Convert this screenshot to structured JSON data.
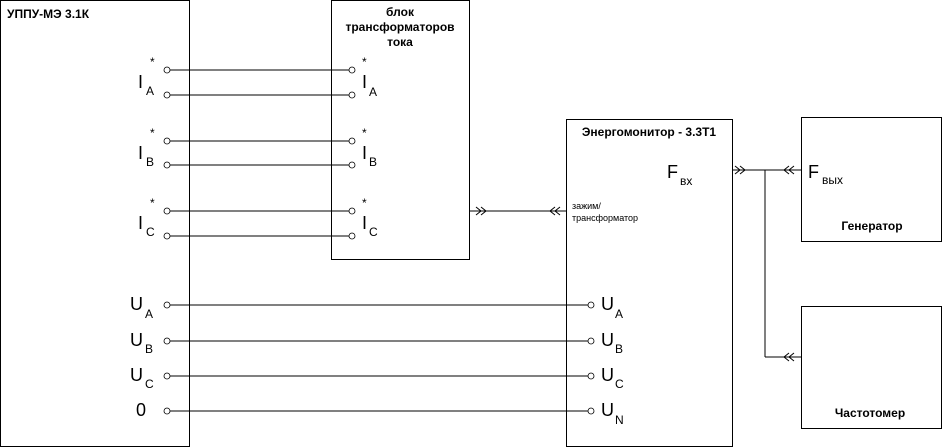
{
  "blocks": {
    "uppu": {
      "title": "УППУ-МЭ 3.1К"
    },
    "transformers": {
      "line1": "блок",
      "line2": "трансформаторов",
      "line3": "тока"
    },
    "energomonitor": {
      "title": "Энергомонитор - 3.3Т1",
      "clamp_line1": "зажим/",
      "clamp_line2": "трансформатор",
      "fin_main": "F",
      "fin_sub": "вх"
    },
    "generator": {
      "title": "Генератор",
      "fout_main": "F",
      "fout_sub": "вых"
    },
    "frequency_meter": {
      "title": "Частотомер"
    }
  },
  "current_inputs": [
    {
      "main": "I",
      "sub": "A",
      "star": "*"
    },
    {
      "main": "I",
      "sub": "B",
      "star": "*"
    },
    {
      "main": "I",
      "sub": "C",
      "star": "*"
    }
  ],
  "voltage_uppu": [
    {
      "main": "U",
      "sub": "A"
    },
    {
      "main": "U",
      "sub": "B"
    },
    {
      "main": "U",
      "sub": "C"
    },
    {
      "main": "0",
      "sub": ""
    }
  ],
  "voltage_em": [
    {
      "main": "U",
      "sub": "A"
    },
    {
      "main": "U",
      "sub": "B"
    },
    {
      "main": "U",
      "sub": "C"
    },
    {
      "main": "U",
      "sub": "N"
    }
  ]
}
